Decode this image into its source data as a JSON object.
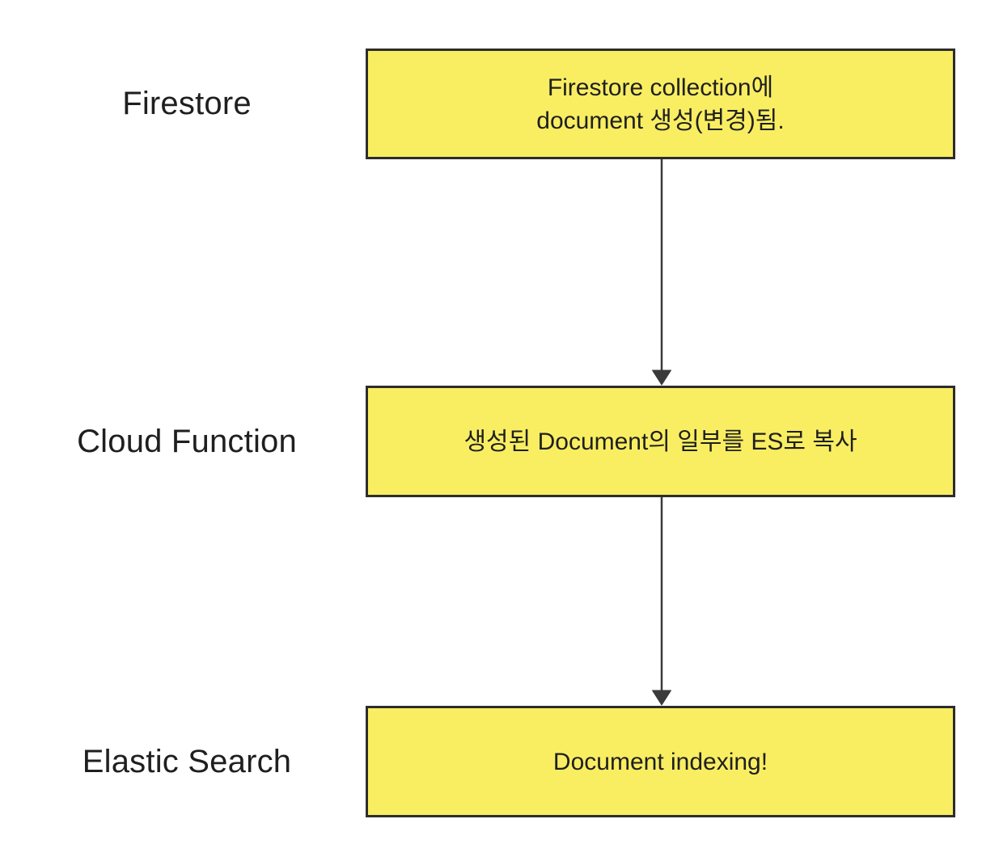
{
  "colors": {
    "box-fill": "#F9EE62",
    "box-border": "#2D2D2D",
    "arrow": "#3A3A3A",
    "text": "#1F1F1F",
    "background": "#FFFFFF"
  },
  "diagram": {
    "type": "flowchart",
    "direction": "top-down",
    "rows": [
      {
        "label": "Firestore",
        "box_lines": [
          "Firestore collection에",
          "document 생성(변경)됨."
        ]
      },
      {
        "label": "Cloud Function",
        "box_lines": [
          "생성된 Document의 일부를 ES로 복사"
        ]
      },
      {
        "label": "Elastic Search",
        "box_lines": [
          "Document indexing!"
        ]
      }
    ],
    "arrows": [
      {
        "from": "Firestore collection에 document 생성(변경)됨.",
        "to": "생성된 Document의 일부를 ES로 복사"
      },
      {
        "from": "생성된 Document의 일부를 ES로 복사",
        "to": "Document indexing!"
      }
    ]
  }
}
